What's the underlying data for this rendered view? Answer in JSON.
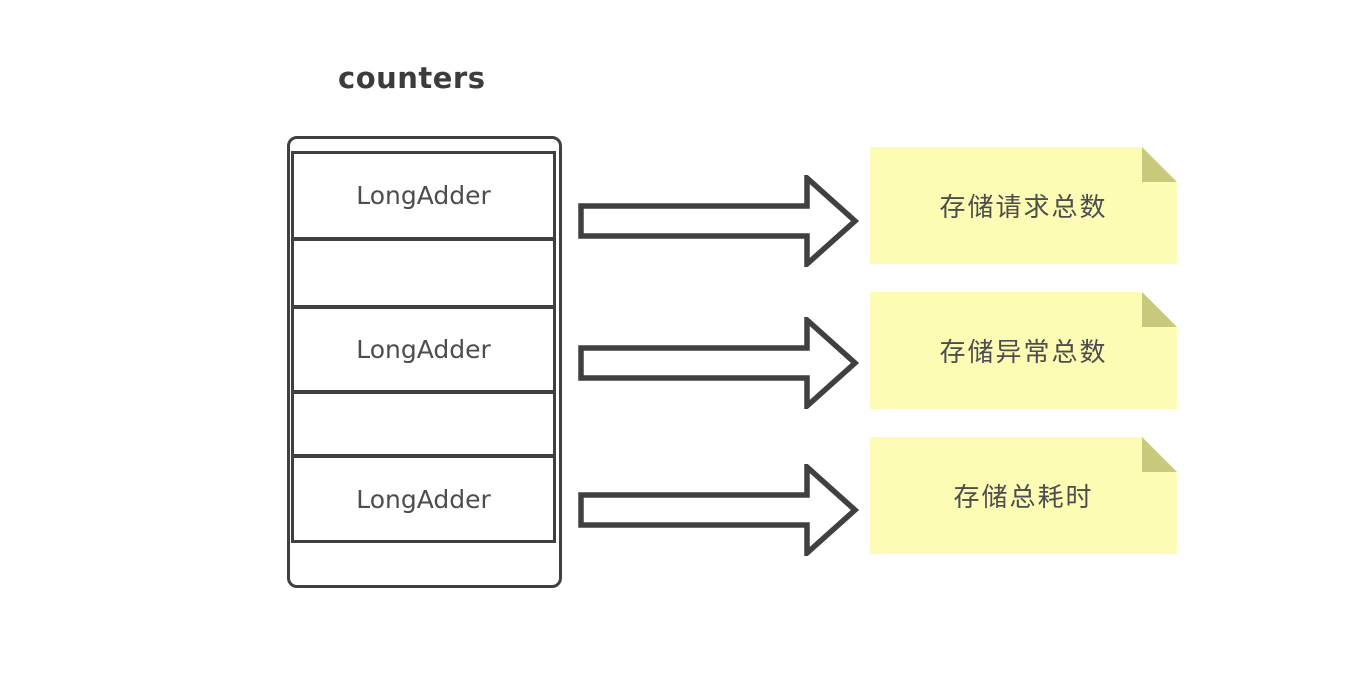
{
  "diagram": {
    "title": "counters",
    "container": {
      "cells": [
        {
          "label": "LongAdder"
        },
        {
          "label": ""
        },
        {
          "label": "LongAdder"
        },
        {
          "label": ""
        },
        {
          "label": "LongAdder"
        }
      ]
    },
    "notes": [
      {
        "text": "存储请求总数"
      },
      {
        "text": "存储异常总数"
      },
      {
        "text": "存储总耗时"
      }
    ],
    "colors": {
      "line": "#404040",
      "note_fill": "#FCFCB4",
      "note_fold": "#C9C97E",
      "text": "#4d4d4d",
      "title_text": "#3c3c3c"
    }
  }
}
